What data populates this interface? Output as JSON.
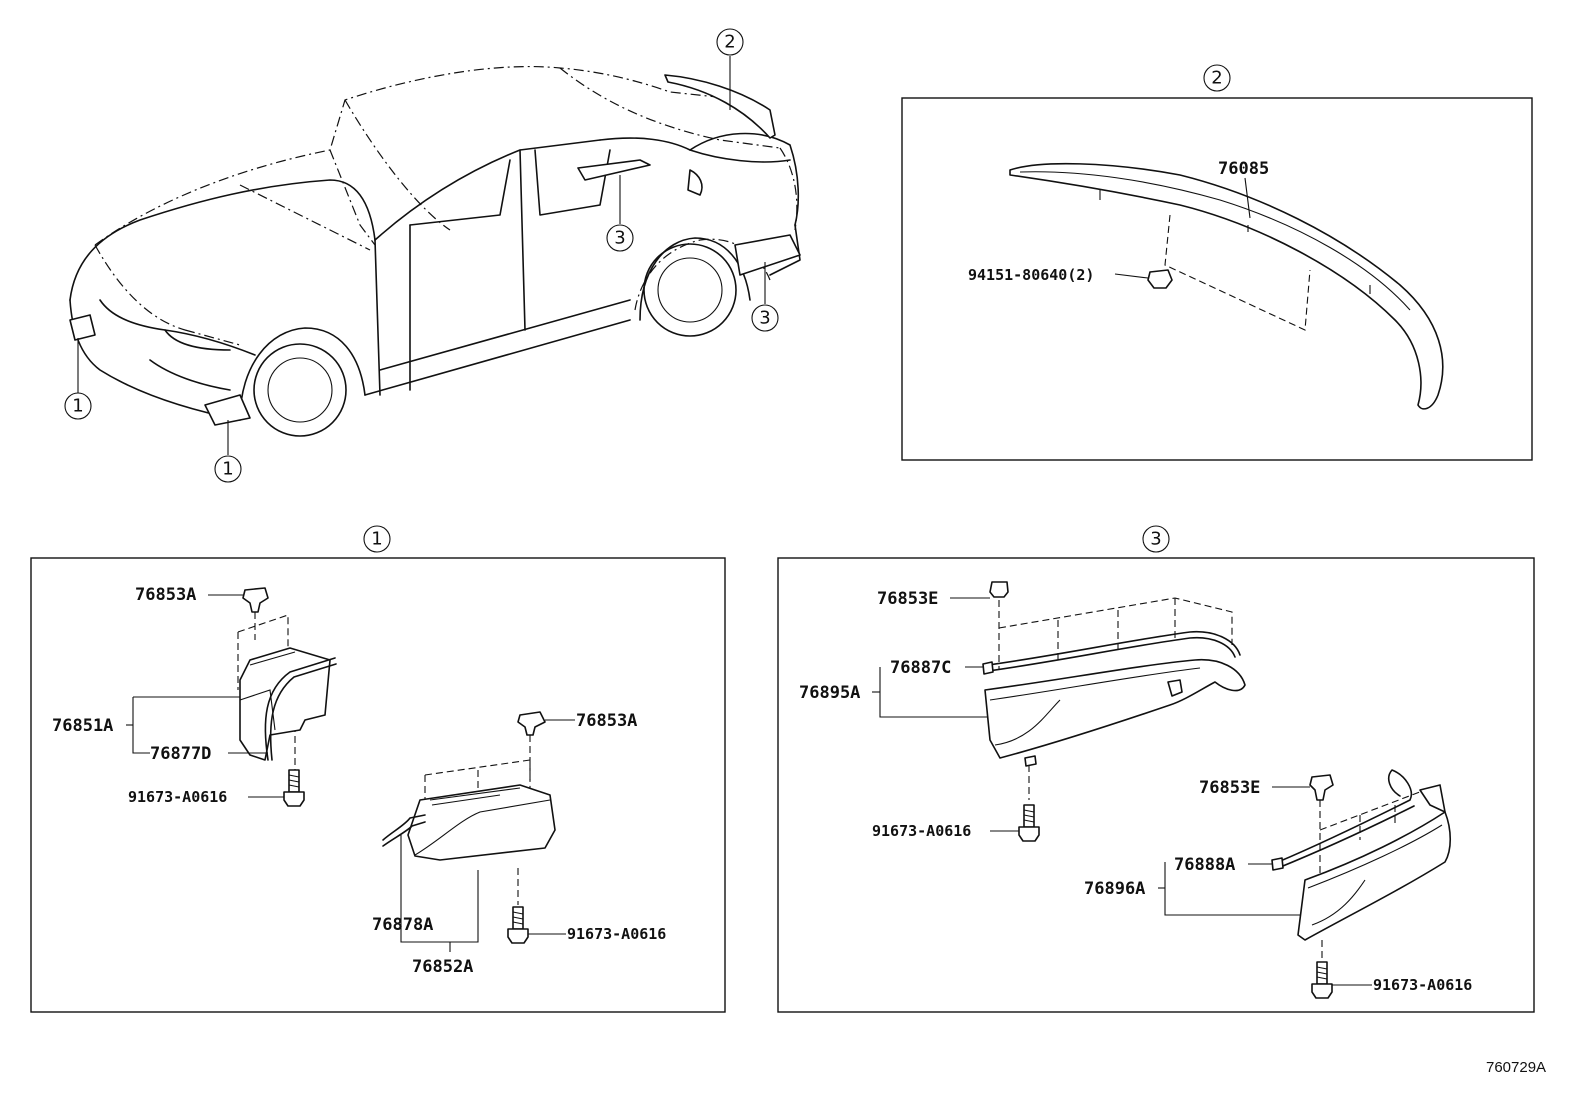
{
  "callouts": {
    "one": "1",
    "two": "2",
    "three": "3"
  },
  "box2": {
    "parts": {
      "spoiler": "76085",
      "clip": "94151-80640(2)"
    }
  },
  "box1": {
    "parts": {
      "clip_a_top": "76853A",
      "mudguard_front": "76851A",
      "seal_d": "76877D",
      "screw_left": "91673-A0616",
      "clip_a_right": "76853A",
      "seal_a": "76878A",
      "mudguard_rear": "76852A",
      "screw_right": "91673-A0616"
    }
  },
  "box3": {
    "parts": {
      "clip_e_top": "76853E",
      "seal_c": "76887C",
      "mudguard_upper": "76895A",
      "screw_left": "91673-A0616",
      "clip_e_right": "76853E",
      "seal_a": "76888A",
      "mudguard_lower": "76896A",
      "screw_right": "91673-A0616"
    }
  },
  "figure_code": "760729A"
}
